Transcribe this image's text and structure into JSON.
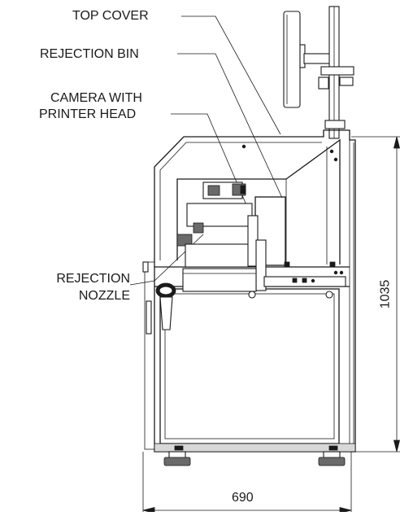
{
  "labels": {
    "top_cover": "TOP COVER",
    "rejection_bin": "REJECTION BIN",
    "camera_line1": "CAMERA WITH",
    "camera_line2": "PRINTER HEAD",
    "nozzle_line1": "REJECTION",
    "nozzle_line2": "NOZZLE"
  },
  "dimensions": {
    "height": "1035",
    "width": "690"
  }
}
